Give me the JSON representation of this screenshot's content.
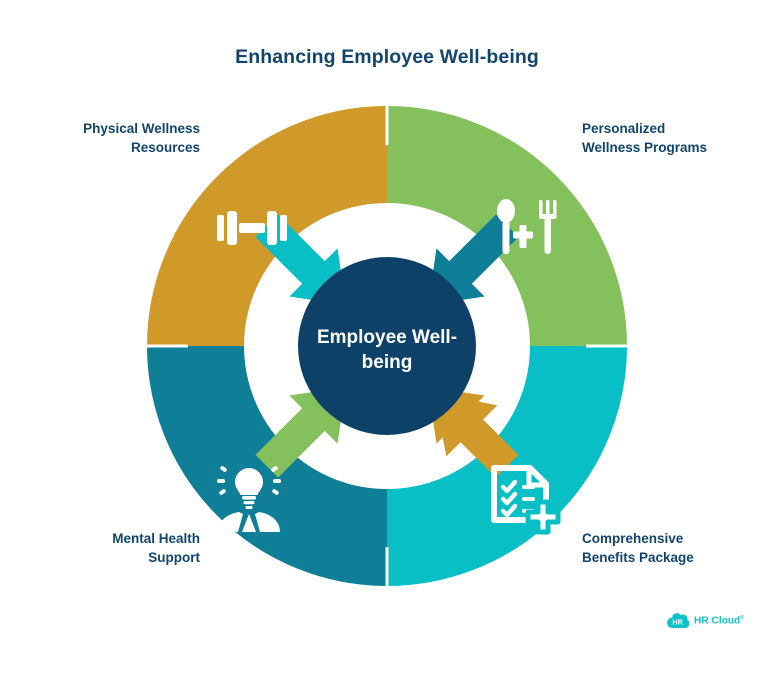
{
  "title": "Enhancing Employee Well-being",
  "center": {
    "label": "Employee Well-being",
    "color": "#0d4168"
  },
  "quadrants": [
    {
      "id": "physical-wellness-resources",
      "position": "top-left",
      "label": "Physical Wellness\nResources",
      "color": "#d09a2a",
      "icon": "dumbbell-icon"
    },
    {
      "id": "personalized-wellness-programs",
      "position": "top-right",
      "label": "Personalized\nWellness Programs",
      "color": "#84c05c",
      "icon": "spoon-fork-cross-icon"
    },
    {
      "id": "mental-health-support",
      "position": "bottom-left",
      "label": "Mental Health\nSupport",
      "color": "#0e7f96",
      "icon": "person-lightbulb-icon"
    },
    {
      "id": "comprehensive-benefits-package",
      "position": "bottom-right",
      "label": "Comprehensive\nBenefits Package",
      "color": "#08bfc6",
      "icon": "checklist-cross-icon"
    }
  ],
  "logo": {
    "mark_text": "HR",
    "name": "HR Cloud",
    "registered_mark": "®",
    "color": "#0ec2cb"
  },
  "background_color": "#ffffff",
  "text_color": "#11456e"
}
